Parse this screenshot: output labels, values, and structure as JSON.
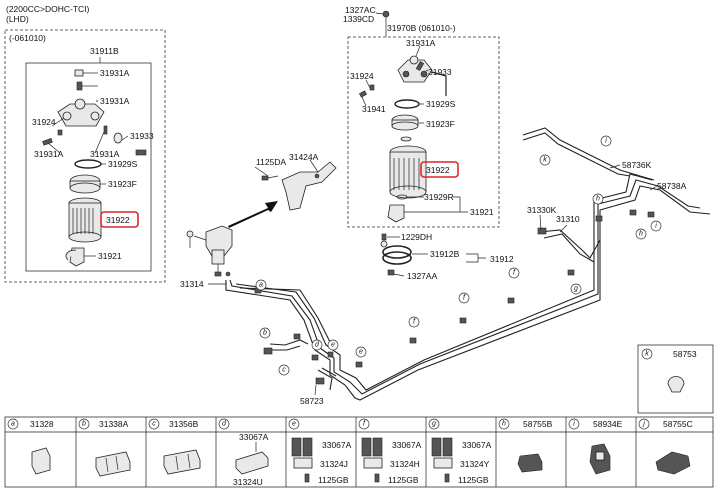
{
  "header": {
    "spec": "(2200CC>DOHC-TCI)",
    "drive": "(LHD)"
  },
  "left_box": {
    "period": "(-061010)",
    "assembly": "31911B",
    "parts": [
      "31931A",
      "31931A",
      "31924",
      "31931A",
      "31933",
      "31931A",
      "31929S",
      "31923F",
      "31922",
      "31921"
    ]
  },
  "right_box": {
    "top_parts": [
      "1327AC",
      "1339CD"
    ],
    "assembly": "31970B (061010-)",
    "parts": [
      "31931A",
      "31933",
      "31924",
      "31941",
      "31929S",
      "31923F",
      "31922",
      "31929R",
      "31921"
    ]
  },
  "middle": {
    "labels": [
      "1125DA",
      "31424A",
      "31314",
      "1229DH",
      "31912B",
      "31912",
      "1327AA",
      "31330K",
      "31310",
      "58736K",
      "58738A",
      "58723"
    ]
  },
  "highlight_part": "31922",
  "callouts": [
    "a",
    "b",
    "c",
    "d",
    "e",
    "f",
    "g",
    "h",
    "i",
    "k"
  ],
  "callout_k": {
    "letter": "k",
    "part": "58753"
  },
  "bottom_table": [
    {
      "letter": "a",
      "parts": [
        "31328"
      ]
    },
    {
      "letter": "b",
      "parts": [
        "31338A"
      ]
    },
    {
      "letter": "c",
      "parts": [
        "31356B"
      ]
    },
    {
      "letter": "d",
      "parts": [
        "33067A",
        "31324U"
      ]
    },
    {
      "letter": "e",
      "parts": [
        "33067A",
        "31324J",
        "1125GB"
      ]
    },
    {
      "letter": "f",
      "parts": [
        "33067A",
        "31324H",
        "1125GB"
      ]
    },
    {
      "letter": "g",
      "parts": [
        "33067A",
        "31324Y",
        "1125GB"
      ]
    },
    {
      "letter": "h",
      "parts": [
        "58755B"
      ]
    },
    {
      "letter": "i",
      "parts": [
        "58934E"
      ]
    },
    {
      "letter": "j",
      "parts": [
        "58755C"
      ]
    }
  ]
}
